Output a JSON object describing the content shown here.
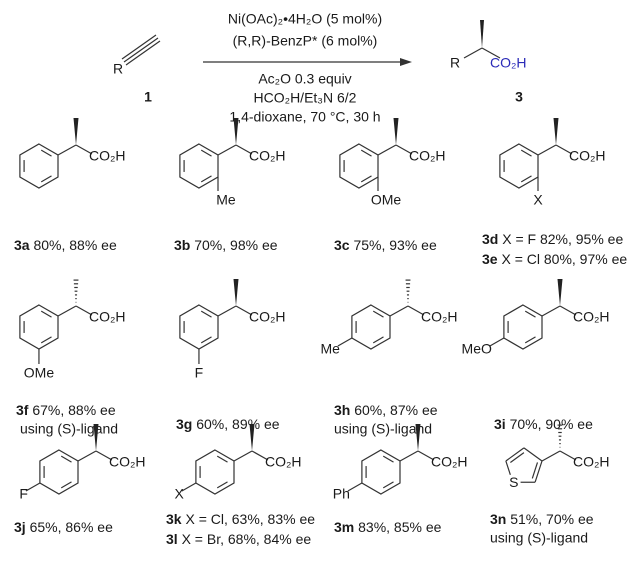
{
  "reaction": {
    "reactant_R": "R",
    "reactant_id": "1",
    "conditions_above": [
      "Ni(OAc)₂•4H₂O (5 mol%)",
      "(R,R)-BenzP* (6 mol%)"
    ],
    "conditions_below": [
      "Ac₂O 0.3 equiv",
      "HCO₂H/Et₃N 6/2",
      "1,4-dioxane, 70 °C, 30 h"
    ],
    "product_R": "R",
    "product_acid": "CO₂H",
    "product_id": "3",
    "product_color": "#2b2bb8"
  },
  "acid_label": "CO₂H",
  "compounds": [
    {
      "id": "3a",
      "substituent": "",
      "lines": [
        "80%, 88% ee"
      ]
    },
    {
      "id": "3b",
      "substituent": "Me",
      "lines": [
        "70%, 98% ee"
      ]
    },
    {
      "id": "3c",
      "substituent": "OMe",
      "lines": [
        "75%, 93% ee"
      ]
    },
    {
      "id": "3d",
      "substituent": "X",
      "lines": [
        "X = F 82%, 95% ee"
      ],
      "extra": {
        "id": "3e",
        "text": "X = Cl 80%, 97% ee"
      }
    },
    {
      "id": "3f",
      "substituent": "OMe",
      "lines": [
        "67%, 88% ee",
        "using (S)-ligand"
      ]
    },
    {
      "id": "3g",
      "substituent": "F",
      "lines": [
        "60%, 89% ee"
      ]
    },
    {
      "id": "3h",
      "substituent": "Me",
      "lines": [
        "60%, 87% ee",
        "using (S)-ligand"
      ]
    },
    {
      "id": "3i",
      "substituent": "MeO",
      "lines": [
        "70%, 90% ee"
      ]
    },
    {
      "id": "3j",
      "substituent": "F",
      "lines": [
        "65%, 86% ee"
      ]
    },
    {
      "id": "3k",
      "substituent": "X",
      "lines": [
        "X = Cl, 63%, 83% ee"
      ],
      "extra": {
        "id": "3l",
        "text": "X = Br, 68%, 84% ee"
      }
    },
    {
      "id": "3m",
      "substituent": "Ph",
      "lines": [
        "83%, 85% ee"
      ]
    },
    {
      "id": "3n",
      "substituent": "S",
      "lines": [
        "51%, 70% ee",
        "using (S)-ligand"
      ]
    }
  ]
}
